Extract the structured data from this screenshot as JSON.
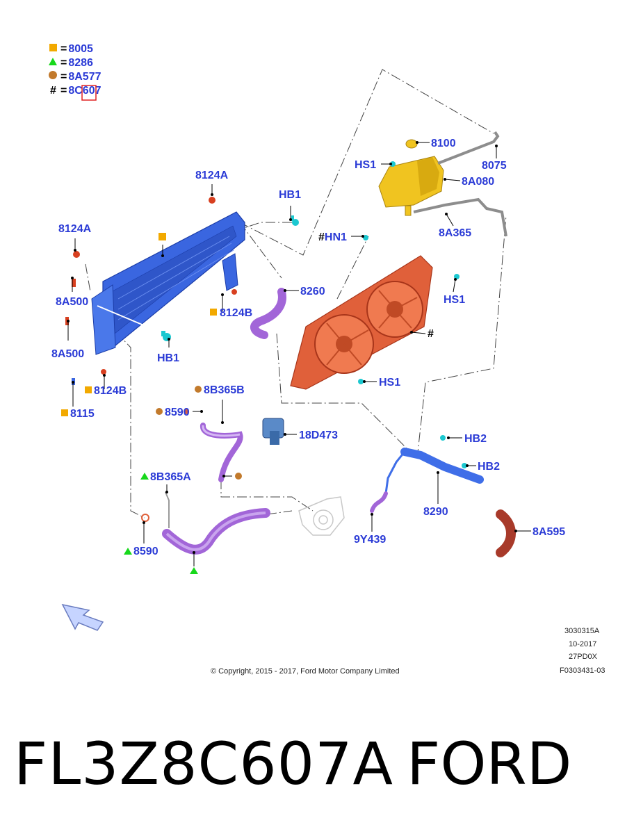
{
  "legend": [
    {
      "symbol": "square",
      "color": "#f2a900",
      "code": "8005"
    },
    {
      "symbol": "triangle",
      "color": "#17d81b",
      "code": "8286"
    },
    {
      "symbol": "circle",
      "color": "#c27a2c",
      "code": "8A577"
    },
    {
      "symbol": "hash",
      "code": "8C607"
    }
  ],
  "legend_eq": "=",
  "labels": {
    "l8124A_top": "8124A",
    "lHB1_top": "HB1",
    "l8124A_left": "8124A",
    "l8A500_a": "8A500",
    "l8A500_b": "8A500",
    "lHB1_bottom": "HB1",
    "l8124B_mid": "8124B",
    "l8124B_left": "8124B",
    "l8115": "8115",
    "l8260": "8260",
    "l8100": "8100",
    "l8075": "8075",
    "lHS1_top": "HS1",
    "l8A080": "8A080",
    "lHN1": "HN1",
    "l8A365": "8A365",
    "lHS1_right": "HS1",
    "lHash": "#",
    "lHS1_bottom": "HS1",
    "l8B365B": "8B365B",
    "l8590_top": "8590",
    "l18D473": "18D473",
    "l8B365A": "8B365A",
    "l8590_bottom": "8590",
    "lHB2_a": "HB2",
    "lHB2_b": "HB2",
    "l8290": "8290",
    "l9Y439": "9Y439",
    "l8A595": "8A595",
    "hash_prefix": "#"
  },
  "ref_codes": [
    "3030315A",
    "10-2017",
    "27PD0X",
    "F0303431-03"
  ],
  "copyright": "© Copyright, 2015 - 2017, Ford Motor Company Limited",
  "part_number": "FL3Z8C607A",
  "brand": "FORD",
  "colors": {
    "radiator": "#3a66e0",
    "shroud": "#e0603a",
    "reservoir": "#f0c420",
    "hose_purple": "#a266d8",
    "tube_blue": "#3f6ee8",
    "hose_red": "#a83a2a",
    "clip_cyan": "#1cc8d0",
    "label_blue": "#2b3bd6",
    "highlight": "#e02020"
  }
}
